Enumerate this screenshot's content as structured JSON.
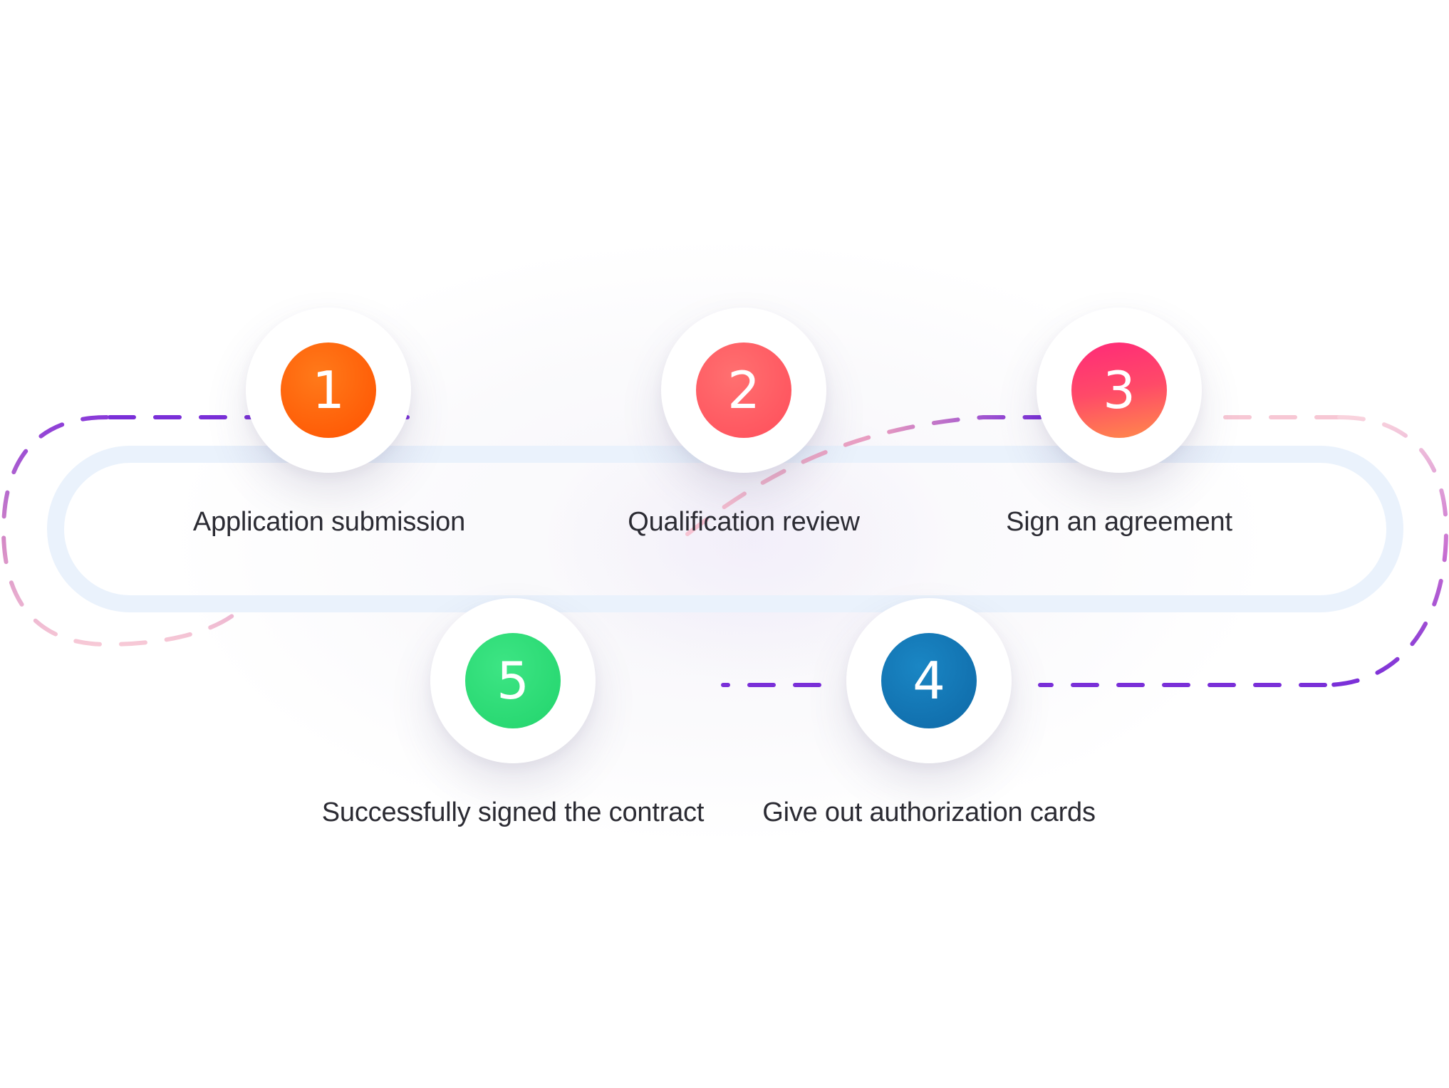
{
  "steps": [
    {
      "number": "1",
      "label": "Application submission",
      "color_from": "#ff6a00",
      "color_to": "#ff4d00"
    },
    {
      "number": "2",
      "label": "Qualification review",
      "color_from": "#ff6a6a",
      "color_to": "#ff4d5c"
    },
    {
      "number": "3",
      "label": "Sign an agreement",
      "color_from": "#ff2d78",
      "color_to": "#ff7a55"
    },
    {
      "number": "4",
      "label": "Give out authorization cards",
      "color_from": "#1a7fbd",
      "color_to": "#0f6aa8"
    },
    {
      "number": "5",
      "label": "Successfully signed the contract",
      "color_from": "#33e07a",
      "color_to": "#22d46c"
    }
  ],
  "colors": {
    "track": "#eaf2fc",
    "dash_purple": "#7a2fd8",
    "dash_pink": "#f7c7d4"
  }
}
